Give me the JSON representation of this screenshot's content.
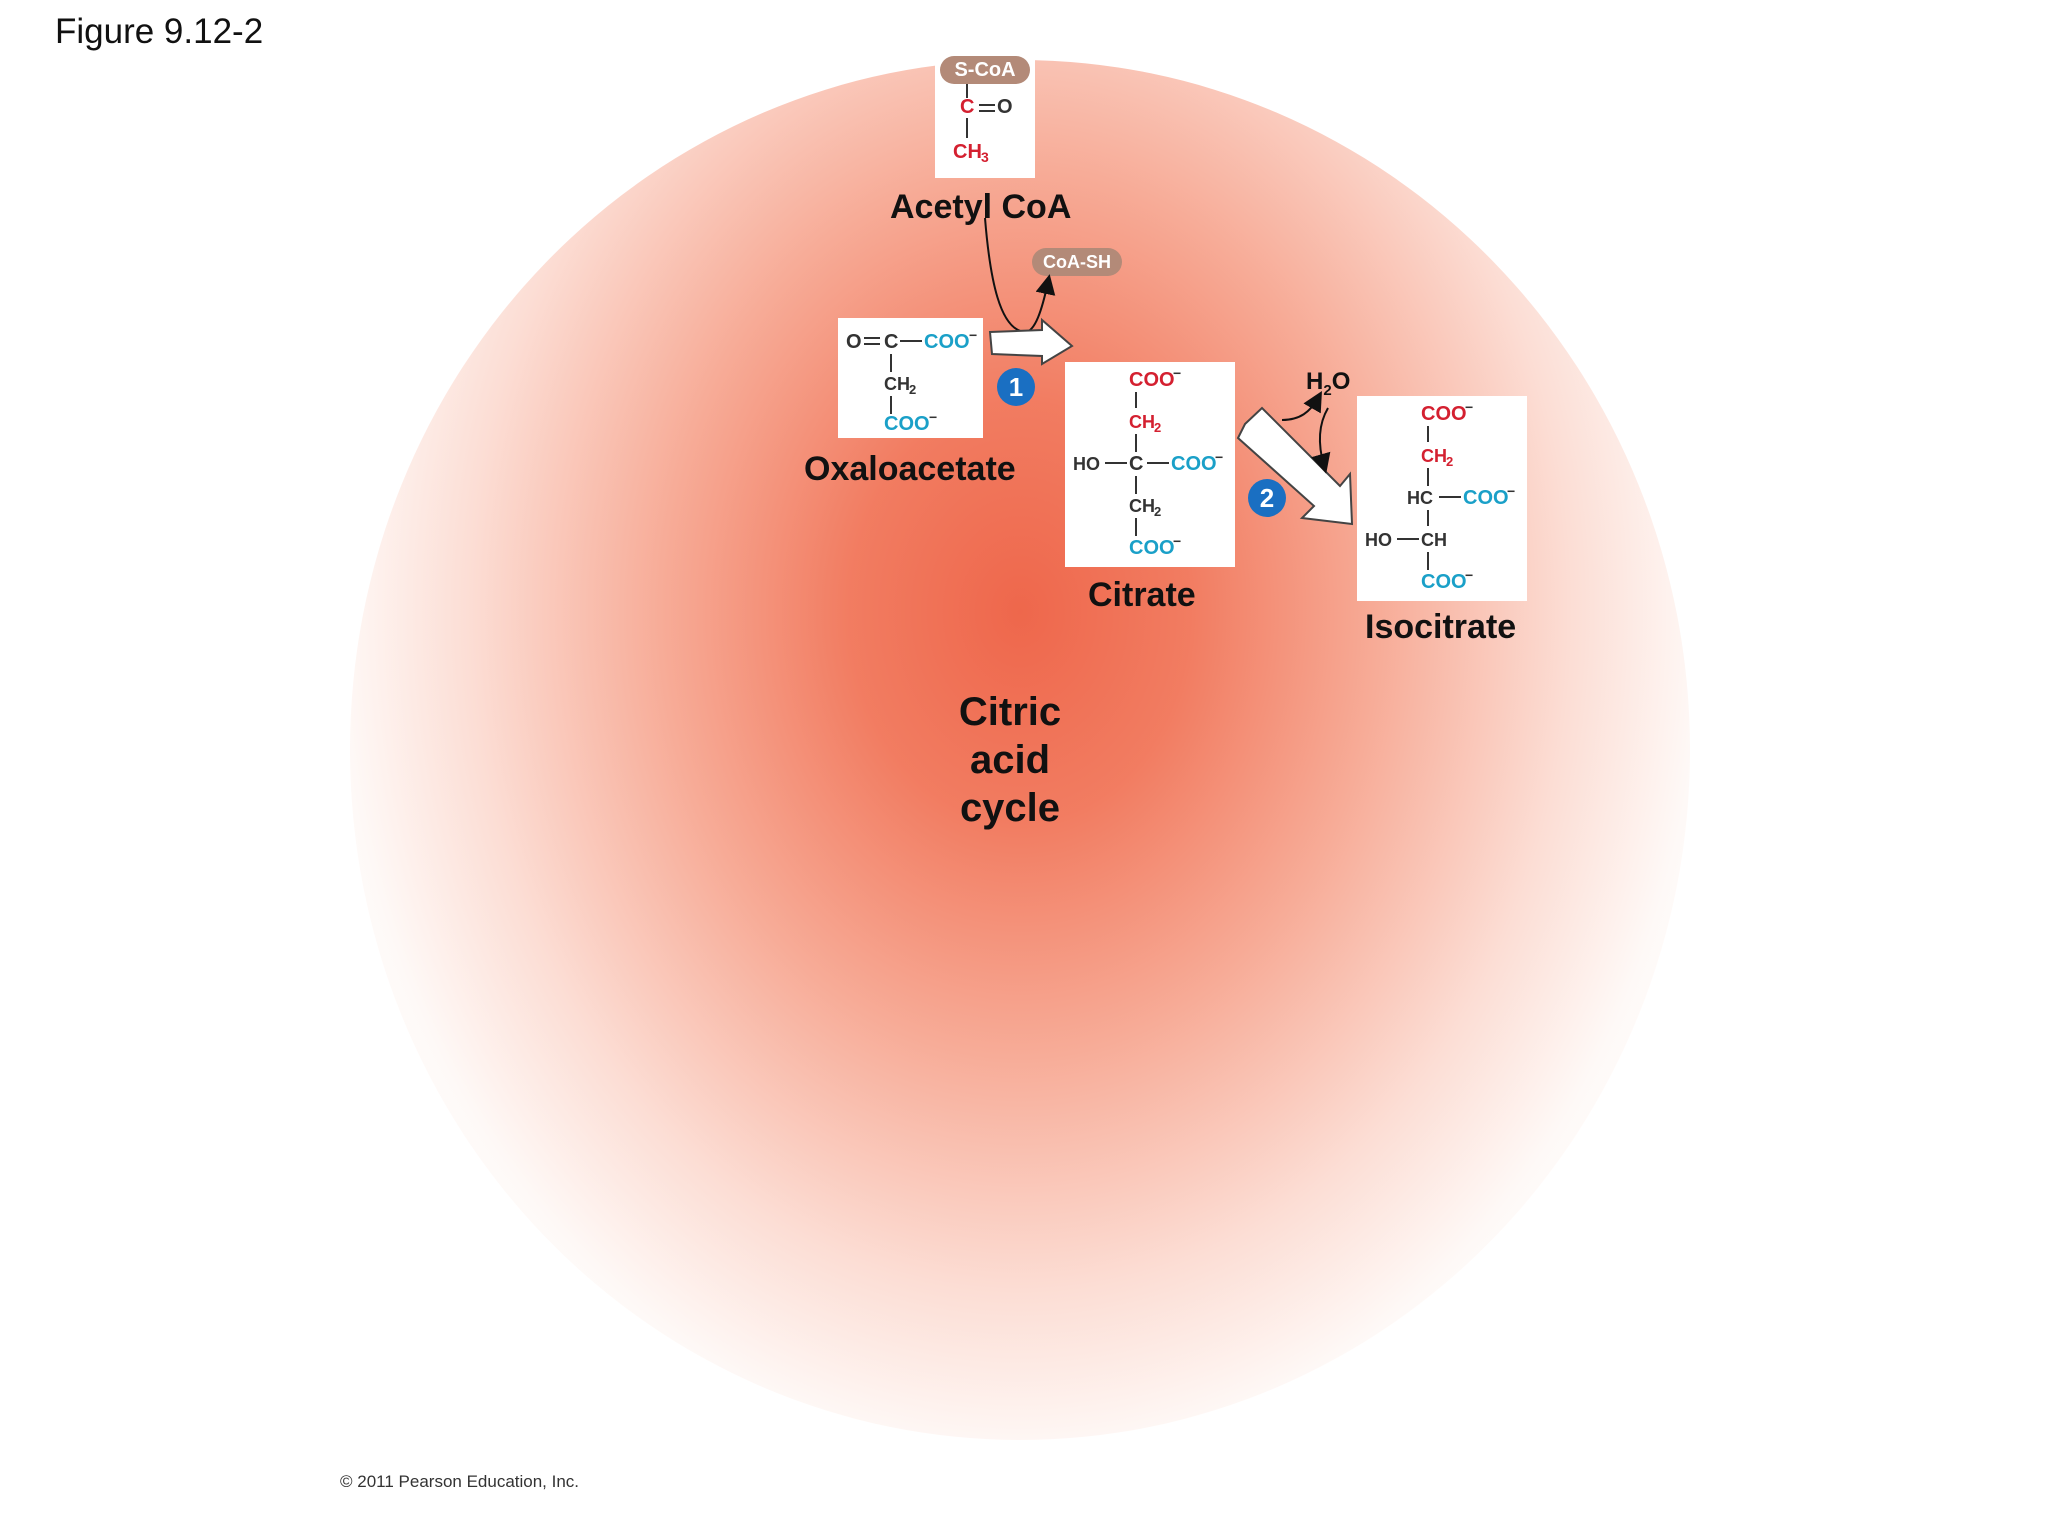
{
  "figure_title": "Figure 9.12-2",
  "center_label": [
    "Citric",
    "acid",
    "cycle"
  ],
  "acetyl_coa": {
    "name": "Acetyl CoA",
    "pill": "S-CoA",
    "atoms": {
      "c": "C",
      "o": "O",
      "ch3": "CH",
      "ch3_sub": "3"
    }
  },
  "coa_sh": "CoA-SH",
  "water": {
    "h": "H",
    "sub": "2",
    "o": "O"
  },
  "oxaloacetate": {
    "name": "Oxaloacetate",
    "atoms": {
      "o": "O",
      "c": "C",
      "coo_top": "COO",
      "charge": "−",
      "ch2": "CH",
      "ch2_sub": "2",
      "coo_bottom": "COO"
    }
  },
  "citrate": {
    "name": "Citrate",
    "atoms": {
      "coo_top": "COO",
      "ch2_top": "CH",
      "sub": "2",
      "ho": "HO",
      "c": "C",
      "coo_right": "COO",
      "ch2_bottom": "CH",
      "coo_bottom": "COO",
      "charge": "−"
    }
  },
  "isocitrate": {
    "name": "Isocitrate",
    "atoms": {
      "coo_top": "COO",
      "ch2": "CH",
      "sub": "2",
      "hc": "HC",
      "coo_right": "COO",
      "ho": "HO",
      "ch": "CH",
      "coo_bottom": "COO",
      "charge": "−"
    }
  },
  "steps": [
    "1",
    "2"
  ],
  "copyright": "© 2011 Pearson Education, Inc.",
  "colors": {
    "red_carbon": "#d42030",
    "blue_carbon": "#1aa0c8",
    "pill": "#b38a78",
    "step_badge": "#1a6fc2",
    "glow": "#ef6a4c"
  }
}
